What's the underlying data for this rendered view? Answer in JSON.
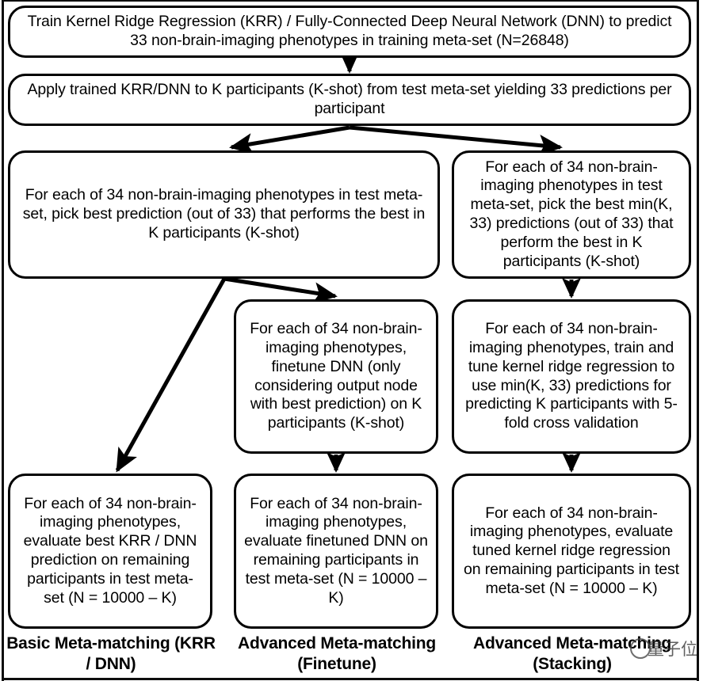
{
  "diagram": {
    "title": "Meta-matching framework flowchart",
    "line_color": "#000000",
    "background": "#ffffff",
    "nodes": {
      "train": "Train Kernel Ridge Regression (KRR) / Fully-Connected Deep Neural Network (DNN) to predict 33 non-brain-imaging phenotypes in training meta-set (N=26848)",
      "apply": "Apply trained KRR/DNN to K participants (K-shot) from test meta-set yielding 33 predictions per participant",
      "pick_best": "For each of 34 non-brain-imaging phenotypes in test meta-set, pick best prediction (out of 33) that performs the best in K participants (K-shot)",
      "pick_min_k": "For each of 34 non-brain-imaging phenotypes in test meta-set, pick the best min(K, 33) predictions (out of 33) that perform the best in K participants (K-shot)",
      "finetune": "For each of 34 non-brain-imaging phenotypes, finetune DNN (only considering output node with best prediction) on K participants (K-shot)",
      "stack_train": "For each of 34 non-brain-imaging phenotypes, train and tune kernel ridge regression to use min(K, 33) predictions for predicting K participants with 5-fold cross validation",
      "eval_basic": "For each of 34 non-brain-imaging phenotypes, evaluate best KRR / DNN prediction on remaining participants in test meta-set (N = 10000 – K)",
      "eval_finetune": "For each of 34 non-brain-imaging phenotypes, evaluate finetuned DNN on remaining participants in test meta-set (N = 10000 – K)",
      "eval_stacking": "For each of 34 non-brain-imaging phenotypes, evaluate tuned kernel ridge regression on remaining participants in test meta-set (N = 10000 – K)"
    },
    "captions": {
      "basic": "Basic Meta-matching (KRR / DNN)",
      "finetune": "Advanced Meta-matching (Finetune)",
      "stacking": "Advanced Meta-matching (Stacking)"
    },
    "watermark": "量子位"
  }
}
